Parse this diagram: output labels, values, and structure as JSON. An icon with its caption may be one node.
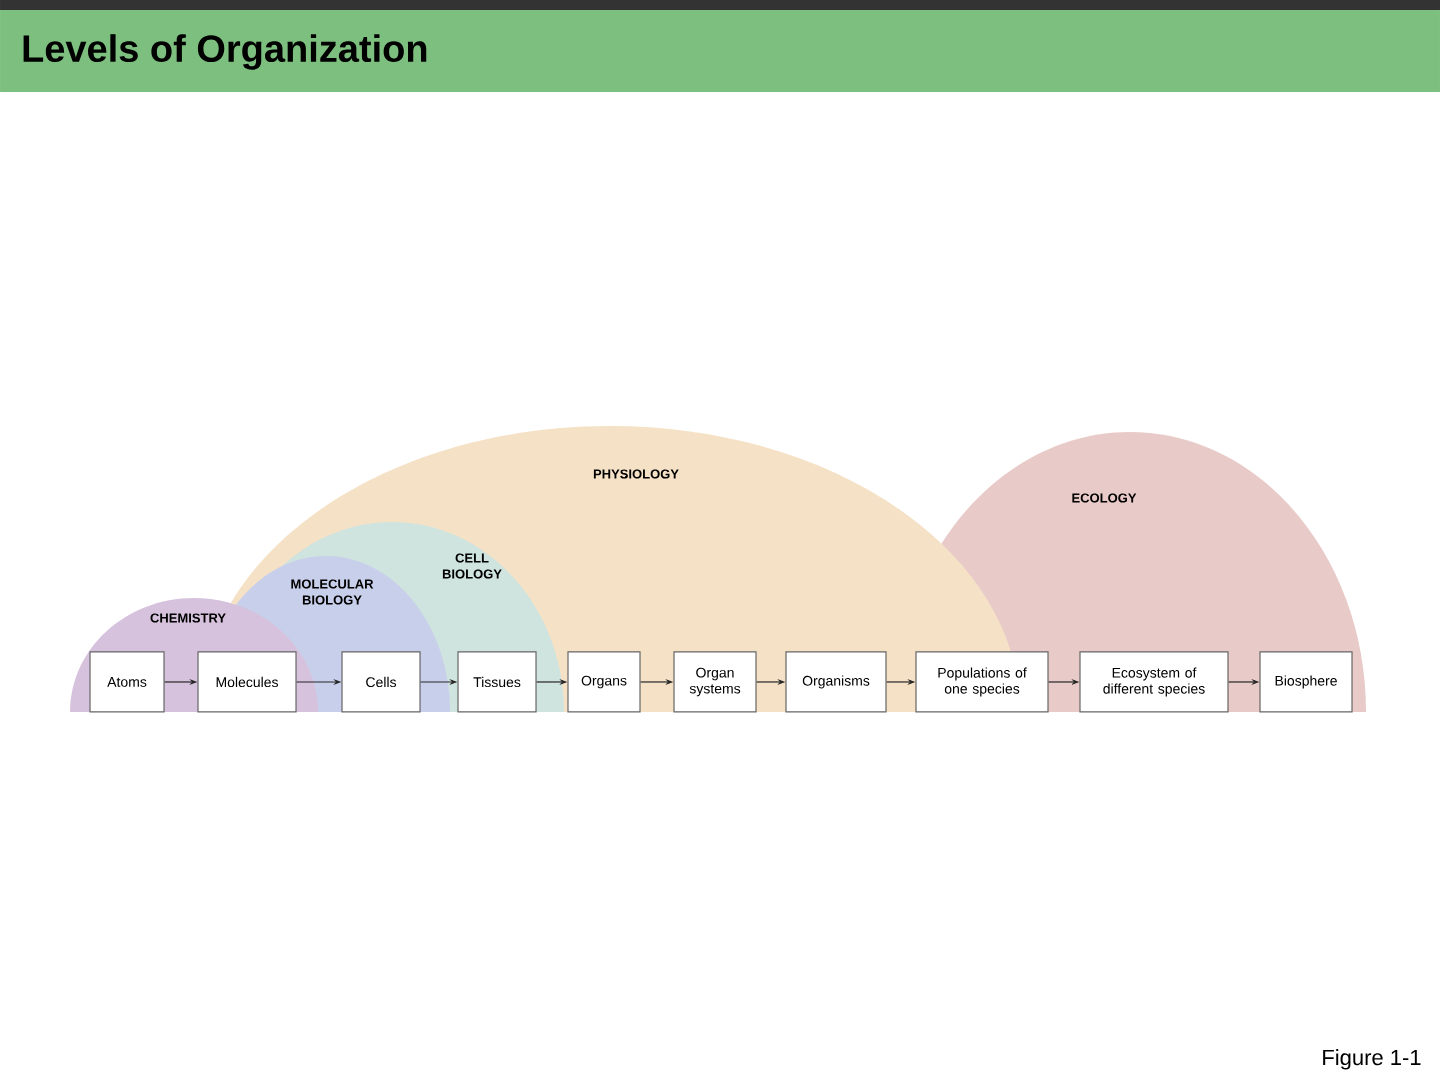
{
  "diagram": {
    "title": "Levels of Organization",
    "nodes": [
      {
        "text": [
          "PHYSIOLOGY"
        ]
      },
      {
        "text": [
          "ECOLOGY"
        ]
      },
      {
        "text": [
          "CELL BIOLOGY"
        ],
        "in": 0
      },
      {
        "text": [
          "MOLECULAR BIOLOGY"
        ],
        "in": 0
      },
      {
        "text": [
          "CHEMISTRY"
        ]
      },
      {
        "text": [
          "Atoms"
        ],
        "in": 4
      },
      {
        "text": [
          "Molecules"
        ]
      },
      {
        "text": [
          "Cells"
        ],
        "in": 3
      },
      {
        "text": [
          "Tissues"
        ],
        "in": 2
      },
      {
        "text": [
          "Organs"
        ],
        "in": 0
      },
      {
        "text": [
          "Organ systems"
        ],
        "in": 0
      },
      {
        "text": [
          "Organisms"
        ],
        "in": 0
      },
      {
        "text": [
          "Populations of one species"
        ],
        "in": 1
      },
      {
        "text": [
          "Ecosystem of different species"
        ],
        "in": 1
      },
      {
        "text": [
          "Biosphere"
        ],
        "in": 1
      }
    ],
    "edges": [
      {
        "from": 5,
        "to": 6,
        "arrow": "to"
      },
      {
        "from": 6,
        "to": 7,
        "arrow": "to"
      },
      {
        "from": 7,
        "to": 8,
        "arrow": "to"
      },
      {
        "from": 8,
        "to": 9,
        "arrow": "to"
      },
      {
        "from": 9,
        "to": 10,
        "arrow": "to"
      },
      {
        "from": 10,
        "to": 11,
        "arrow": "to"
      },
      {
        "from": 11,
        "to": 12,
        "arrow": "to"
      },
      {
        "from": 12,
        "to": 13,
        "arrow": "to"
      },
      {
        "from": 13,
        "to": 14,
        "arrow": "to"
      }
    ],
    "labels": [
      "Figure 1-1"
    ]
  }
}
